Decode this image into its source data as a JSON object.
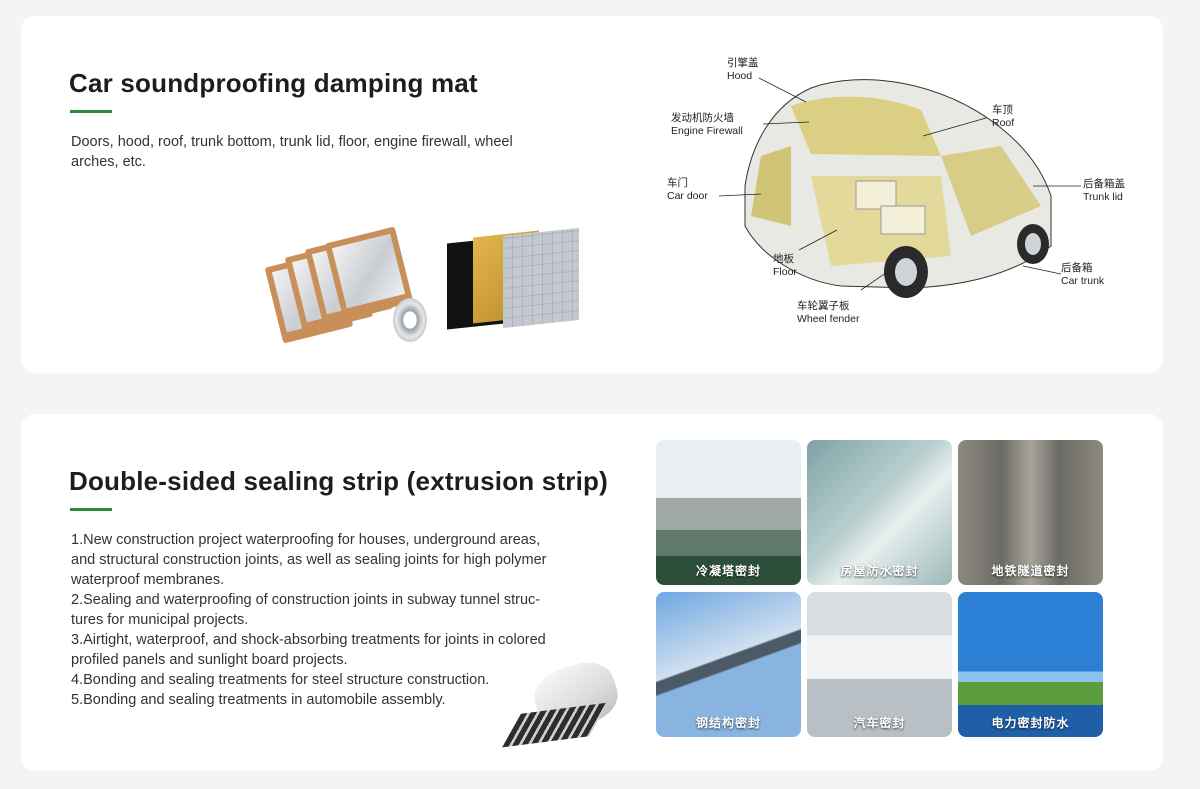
{
  "section1": {
    "title": "Car soundproofing damping mat",
    "description": [
      "Doors, hood, roof, trunk bottom, trunk lid, floor, engine firewall, wheel",
      "arches, etc."
    ],
    "car_labels": [
      {
        "zh": "引擎盖",
        "en": "Hood"
      },
      {
        "zh": "发动机防火墙",
        "en": "Engine Firewall"
      },
      {
        "zh": "车门",
        "en": "Car door"
      },
      {
        "zh": "车顶",
        "en": "Roof"
      },
      {
        "zh": "后备箱盖",
        "en": "Trunk lid"
      },
      {
        "zh": "地板",
        "en": "Floor"
      },
      {
        "zh": "后备箱",
        "en": "Car trunk"
      },
      {
        "zh": "车轮翼子板",
        "en": "Wheel fender"
      }
    ]
  },
  "section2": {
    "title": "Double-sided sealing strip (extrusion strip)",
    "description": [
      "1.New construction project waterproofing for houses, underground areas,",
      "and structural construction joints, as well as sealing joints for high polymer",
      "waterproof membranes.",
      "2.Sealing and waterproofing of construction joints in subway tunnel struc-",
      "tures for municipal projects.",
      "3.Airtight, waterproof, and shock-absorbing treatments for joints in colored",
      "profiled panels and sunlight board projects.",
      "4.Bonding and sealing treatments for steel structure construction.",
      "5.Bonding and sealing treatments in automobile assembly."
    ],
    "applications": [
      "冷凝塔密封",
      "房屋防水密封",
      "地铁隧道密封",
      "钢结构密封",
      "汽车密封",
      "电力密封防水"
    ]
  },
  "colors": {
    "accent": "#2e8b3e",
    "background": "#f2f4f6",
    "card": "#ffffff"
  }
}
